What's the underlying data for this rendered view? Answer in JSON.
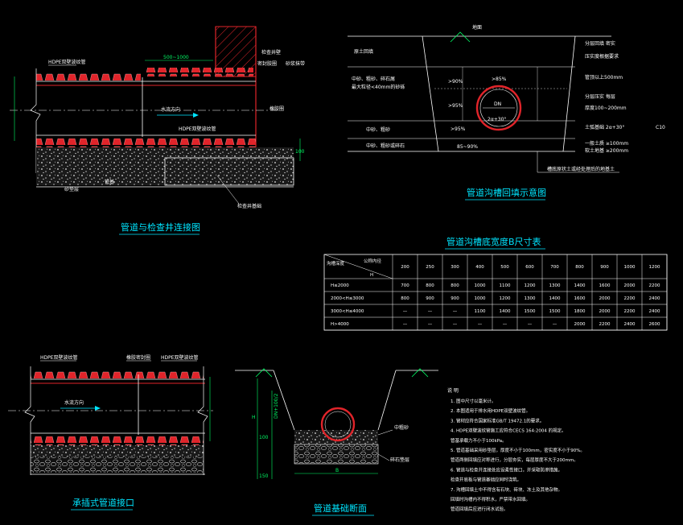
{
  "colors": {
    "background": "#000000",
    "pipe_red": "#e0242a",
    "line_white": "#ffffff",
    "title_cyan": "#00e5ff",
    "dim_green": "#00ff66",
    "concrete": "#d9d9d9"
  },
  "drawing1": {
    "title": "管道与检查井连接图",
    "label_pipe_top": "HDPE双壁波纹管",
    "dim_top": "500~1000",
    "label_wall": "检查井壁",
    "label_seal": "密封胶圈",
    "label_mortar": "砂浆抹带",
    "label_flow": "水流方向",
    "label_ring": "橡胶圈",
    "label_pipe_bottom": "HDPE双壁波纹管",
    "label_base": "砂垫层",
    "label_tie": "管基",
    "label_found": "检查井基础",
    "dim_right": "100"
  },
  "drawing2": {
    "title": "管道沟槽回填示意图",
    "label_ground": "地面",
    "zone1": "原土回填",
    "zone2": "中砂、粗砂、碎石屑",
    "zone3": "最大粒径<40mm的砂砾",
    "zone4": "中砂、粗砂",
    "zone5": "中砂、粗砂或碎石",
    "comp1": ">90%",
    "comp2": ">85%",
    "comp3": ">95%",
    "comp4": ">95%",
    "comp5": "85~90%",
    "pipe_dn": "DN",
    "angle": "2α+30°",
    "right1": "分层回填 密实",
    "right2": "压实度根据要求",
    "right3": "管顶以上500mm",
    "right4": "分层压实 每层",
    "right5": "厚度100~200mm",
    "right6": "土弧基础 2α+30°",
    "right7": "C10",
    "right8": "一般土质 ≥100mm",
    "right9": "软土地基 ≥200mm",
    "bottom_note": "槽底原状土或经处理后的地基土"
  },
  "table": {
    "title": "管道沟槽底宽度B尺寸表",
    "corner_top": "公称内径",
    "corner_mid": "沟槽深度",
    "corner_bot": "H",
    "headers": [
      "200",
      "250",
      "300",
      "400",
      "500",
      "600",
      "700",
      "800",
      "900",
      "1000",
      "1200"
    ],
    "rows": [
      {
        "label": "H≤2000",
        "cells": [
          "700",
          "800",
          "800",
          "1000",
          "1100",
          "1200",
          "1300",
          "1400",
          "1600",
          "2000",
          "2200"
        ]
      },
      {
        "label": "2000<H≤3000",
        "cells": [
          "800",
          "900",
          "900",
          "1000",
          "1200",
          "1300",
          "1400",
          "1600",
          "2000",
          "2200",
          "2400"
        ]
      },
      {
        "label": "3000<H≤4000",
        "cells": [
          "—",
          "—",
          "—",
          "1100",
          "1400",
          "1500",
          "1500",
          "1800",
          "2000",
          "2200",
          "2400"
        ]
      },
      {
        "label": "H>4000",
        "cells": [
          "—",
          "—",
          "—",
          "—",
          "—",
          "—",
          "—",
          "2000",
          "2200",
          "2400",
          "2600"
        ]
      }
    ]
  },
  "drawing3": {
    "title": "承插式管道接口",
    "label_pipe_left": "HDPE双壁波纹管",
    "label_seal": "橡胶密封圈",
    "label_pipe_right": "HDPE双壁波纹管",
    "label_flow": "水流方向"
  },
  "drawing4": {
    "title": "管道基础断面",
    "dim_h": "H",
    "dim_depth": "DN+100/2",
    "dim_base": "100",
    "dim_bottom": "150",
    "dim_width": "B",
    "label_sand": "中粗砂",
    "label_gravel": "碎石垫层"
  },
  "notes": {
    "heading": "说 明",
    "items": [
      "1. 图中尺寸以毫米计。",
      "2. 本图适用于排水用HDPE双壁波纹管。",
      "3. 管材应符合国家标准GB/T 19472.1的要求。",
      "4. HDPE双壁波纹管施工应符合CECS 164:2004 的规定。",
      "   管基承载力不小于100kPa。",
      "5. 管道基础采用砂垫层，厚度不小于100mm，密实度不小于90%。",
      "   管道两侧回填应对称进行，分层夯实，每层厚度不大于200mm。",
      "6. 管道与检查井连接处应设柔性接口，并采取防渗措施。",
      "   检查井底板与管道基础应同时浇筑。",
      "7. 沟槽回填土中不得含有石块、砖块、冻土及其他杂物。",
      "   回填时沟槽内不得积水，严禁带水回填。",
      "   管道回填后应进行闭水试验。"
    ]
  }
}
